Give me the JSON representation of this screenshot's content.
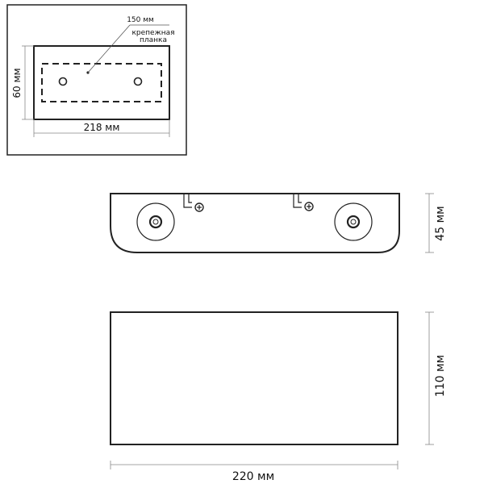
{
  "inset": {
    "callout_dimension": "150 мм",
    "callout_label_line1": "крепежная",
    "callout_label_line2": "планка",
    "height_label": "60 мм",
    "width_label": "218 мм"
  },
  "side_view": {
    "height_label": "45 мм"
  },
  "front_view": {
    "height_label": "110 мм",
    "width_label": "220 мм"
  },
  "colors": {
    "line": "#222222",
    "dim_line": "#777777"
  }
}
